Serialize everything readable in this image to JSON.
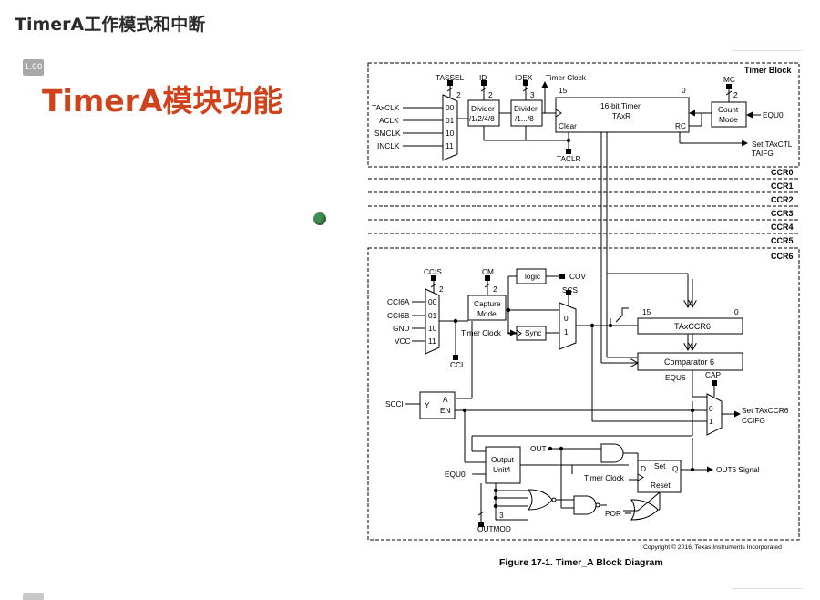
{
  "page": {
    "title": "TimerA工作模式和中断",
    "zoom_badge": "1.00"
  },
  "slide": {
    "title": "TimerA模块功能"
  },
  "diagram": {
    "caption": "Figure 17-1. Timer_A Block Diagram",
    "copyright": "Copyright © 2016, Texas Instruments Incorporated",
    "timer_block": {
      "label": "Timer Block",
      "tassel": "TASSEL",
      "tassel_bits": "2",
      "clock_inputs": [
        {
          "name": "TAxCLK",
          "code": "00"
        },
        {
          "name": "ACLK",
          "code": "01"
        },
        {
          "name": "SMCLK",
          "code": "10"
        },
        {
          "name": "INCLK",
          "code": "11"
        }
      ],
      "id": "ID",
      "id_bits": "2",
      "idex": "IDEX",
      "idex_bits": "3",
      "divider1": [
        "Divider",
        "/1/2/4/8"
      ],
      "divider2": [
        "Divider",
        "/1.../8"
      ],
      "timer_clock": "Timer Clock",
      "bit15": "15",
      "bit0": "0",
      "counter": [
        "16-bit Timer",
        "TAxR"
      ],
      "clear": "Clear",
      "rc": "RC",
      "mc": "MC",
      "mc_bits": "2",
      "count_mode": [
        "Count",
        "Mode"
      ],
      "equ0": "EQU0",
      "set_flag": [
        "Set TAxCTL",
        "TAIFG"
      ],
      "taclr": "TACLR"
    },
    "ccr_labels": [
      "CCR0",
      "CCR1",
      "CCR2",
      "CCR3",
      "CCR4",
      "CCR5",
      "CCR6"
    ],
    "ccr6": {
      "ccis": "CCIS",
      "ccis_bits": "2",
      "inputs": [
        {
          "name": "CCI6A",
          "code": "00"
        },
        {
          "name": "CCI6B",
          "code": "01"
        },
        {
          "name": "GND",
          "code": "10"
        },
        {
          "name": "VCC",
          "code": "11"
        }
      ],
      "cm": "CM",
      "cm_bits": "2",
      "capture_mode": [
        "Capture",
        "Mode"
      ],
      "logic": "logic",
      "cov": "COV",
      "scs": "SCS",
      "timer_clock": "Timer Clock",
      "sync": "Sync",
      "mux_0": "0",
      "mux_1": "1",
      "cci": "CCI",
      "bit15": "15",
      "bit0": "0",
      "taxccr": "TAxCCR6",
      "comparator": "Comparator 6",
      "equ6": "EQU6",
      "cap": "CAP",
      "scci": "SCCI",
      "latch_y": "Y",
      "latch_a": "A",
      "latch_en": "EN",
      "set_flag": [
        "Set TAxCCR6",
        "CCIFG"
      ],
      "out": "OUT",
      "output_unit": [
        "Output",
        "Unit4"
      ],
      "equ0": "EQU0",
      "ff": {
        "d": "D",
        "set": "Set",
        "q": "Q",
        "reset": "Reset"
      },
      "ff_clock": "Timer Clock",
      "out_signal": "OUT6 Signal",
      "por": "POR",
      "outmod_bits": "3",
      "outmod": "OUTMOD"
    }
  }
}
